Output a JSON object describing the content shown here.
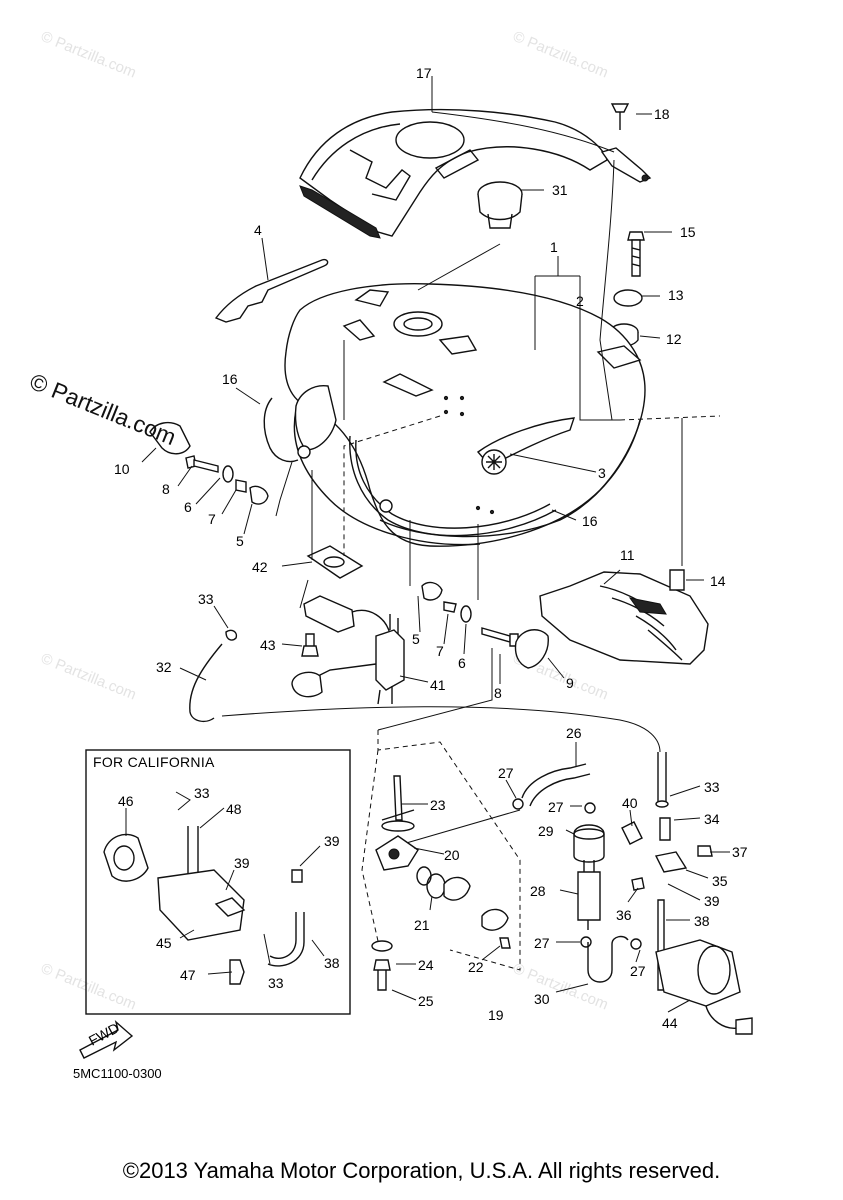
{
  "watermark": {
    "main_text": "© Partzilla.com",
    "tile_text": "© Partzilla.com"
  },
  "california_box": {
    "title": "FOR CALIFORNIA"
  },
  "fwd_arrow": {
    "label": "FWD"
  },
  "diagram_code": "5MC1100-0300",
  "footer": {
    "copyright": "©2013 Yamaha Motor Corporation, U.S.A. All rights reserved."
  },
  "callouts": [
    "17",
    "18",
    "31",
    "4",
    "15",
    "1",
    "2",
    "13",
    "12",
    "16",
    "3",
    "10",
    "8",
    "6",
    "7",
    "5",
    "16",
    "11",
    "14",
    "42",
    "33",
    "5",
    "7",
    "6",
    "8",
    "9",
    "43",
    "32",
    "41",
    "26",
    "27",
    "33",
    "23",
    "27",
    "40",
    "34",
    "20",
    "29",
    "37",
    "35",
    "39",
    "21",
    "28",
    "36",
    "38",
    "27",
    "22",
    "24",
    "27",
    "30",
    "44",
    "25",
    "19",
    "46",
    "33",
    "48",
    "39",
    "39",
    "45",
    "38",
    "33",
    "47"
  ]
}
